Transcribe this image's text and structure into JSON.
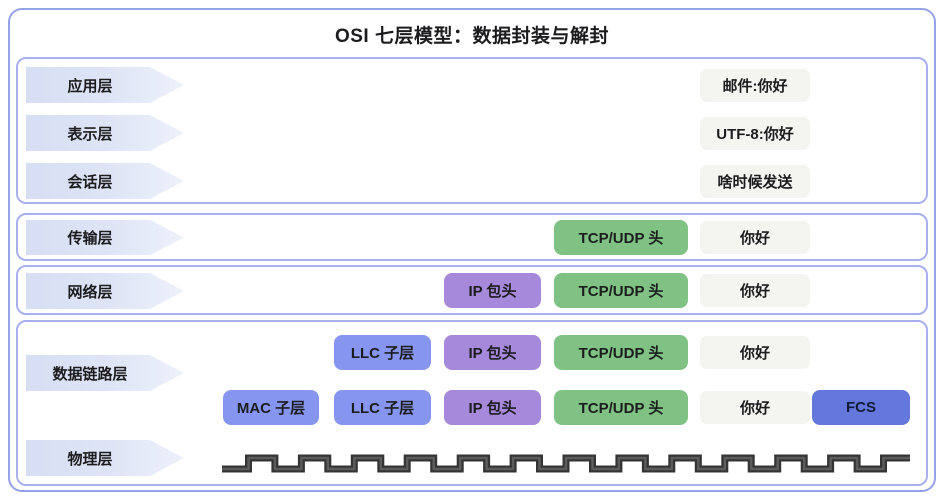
{
  "title": "OSI 七层模型：数据封装与解封",
  "upper_group": {
    "rows": [
      {
        "layer": "应用层",
        "payload": "邮件:你好"
      },
      {
        "layer": "表示层",
        "payload": "UTF-8:你好"
      },
      {
        "layer": "会话层",
        "payload": "啥时候发送"
      }
    ]
  },
  "transport": {
    "layer": "传输层",
    "header": "TCP/UDP 头",
    "payload": "你好"
  },
  "network": {
    "layer": "网络层",
    "ip_header": "IP 包头",
    "tcp_header": "TCP/UDP 头",
    "payload": "你好"
  },
  "datalink": {
    "layer": "数据链路层",
    "llc_row": {
      "llc": "LLC 子层",
      "ip": "IP 包头",
      "tcp": "TCP/UDP 头",
      "payload": "你好"
    },
    "mac_row": {
      "mac": "MAC 子层",
      "llc": "LLC 子层",
      "ip": "IP 包头",
      "tcp": "TCP/UDP 头",
      "payload": "你好",
      "fcs": "FCS"
    }
  },
  "physical": {
    "layer": "物理层",
    "signal_icon": "square-wave-icon",
    "signal_periods": 13
  },
  "colors": {
    "outer_border": "#96a2e8",
    "group_border": "#a7b1ee",
    "layer_arrow_start": "#d7def4",
    "layer_arrow_end": "#edf1fb",
    "payload_bg": "#f4f4f1",
    "tcp_header_bg": "#7fc284",
    "ip_header_bg": "#a689da",
    "sublayer_bg": "#8696f0",
    "fcs_bg": "#6377dc",
    "signal_color": "#363636",
    "text": "#1c1c1e"
  }
}
